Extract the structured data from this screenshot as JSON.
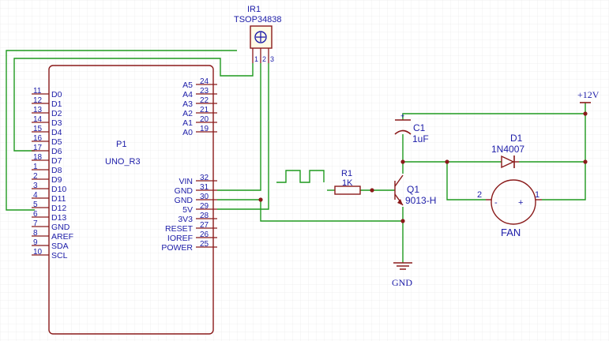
{
  "grid_visible": true,
  "colors": {
    "background": "#ffffff",
    "grid": "#e6e6e6",
    "wire": "#1f9a1f",
    "component": "#8a1a1a",
    "pin": "#8a1a1a",
    "label": "#1c1ca8",
    "junction": "#8a1a1a"
  },
  "p1": {
    "designator": "P1",
    "value": "UNO_R3",
    "left_pins": [
      {
        "num": "11",
        "name": "D0"
      },
      {
        "num": "12",
        "name": "D1"
      },
      {
        "num": "13",
        "name": "D2"
      },
      {
        "num": "14",
        "name": "D3"
      },
      {
        "num": "15",
        "name": "D4"
      },
      {
        "num": "16",
        "name": "D5"
      },
      {
        "num": "17",
        "name": "D6"
      },
      {
        "num": "18",
        "name": "D7"
      },
      {
        "num": "1",
        "name": "D8"
      },
      {
        "num": "2",
        "name": "D9"
      },
      {
        "num": "3",
        "name": "D10"
      },
      {
        "num": "4",
        "name": "D11"
      },
      {
        "num": "5",
        "name": "D12"
      },
      {
        "num": "6",
        "name": "D13"
      },
      {
        "num": "7",
        "name": "GND"
      },
      {
        "num": "8",
        "name": "AREF"
      },
      {
        "num": "9",
        "name": "SDA"
      },
      {
        "num": "10",
        "name": "SCL"
      }
    ],
    "right_pins_top": [
      {
        "num": "24",
        "name": "A5"
      },
      {
        "num": "23",
        "name": "A4"
      },
      {
        "num": "22",
        "name": "A3"
      },
      {
        "num": "21",
        "name": "A2"
      },
      {
        "num": "20",
        "name": "A1"
      },
      {
        "num": "19",
        "name": "A0"
      }
    ],
    "right_pins_bottom": [
      {
        "num": "32",
        "name": "VIN"
      },
      {
        "num": "31",
        "name": "GND"
      },
      {
        "num": "30",
        "name": "GND"
      },
      {
        "num": "29",
        "name": "5V"
      },
      {
        "num": "28",
        "name": "3V3"
      },
      {
        "num": "27",
        "name": "RESET"
      },
      {
        "num": "26",
        "name": "IOREF"
      },
      {
        "num": "25",
        "name": "POWER"
      }
    ]
  },
  "ir1": {
    "designator": "IR1",
    "value": "TSOP34838",
    "pins": [
      "1",
      "2",
      "3"
    ]
  },
  "r1": {
    "designator": "R1",
    "value": "1K"
  },
  "q1": {
    "designator": "Q1",
    "value": "9013-H"
  },
  "c1": {
    "designator": "C1",
    "value": "1uF",
    "polarity": "+"
  },
  "d1": {
    "designator": "D1",
    "value": "1N4007"
  },
  "fan": {
    "label": "FAN",
    "pin_left": "2",
    "pin_right": "1",
    "sign_left": "-",
    "sign_right": "+"
  },
  "power": {
    "supply": "+12V",
    "ground": "GND"
  }
}
